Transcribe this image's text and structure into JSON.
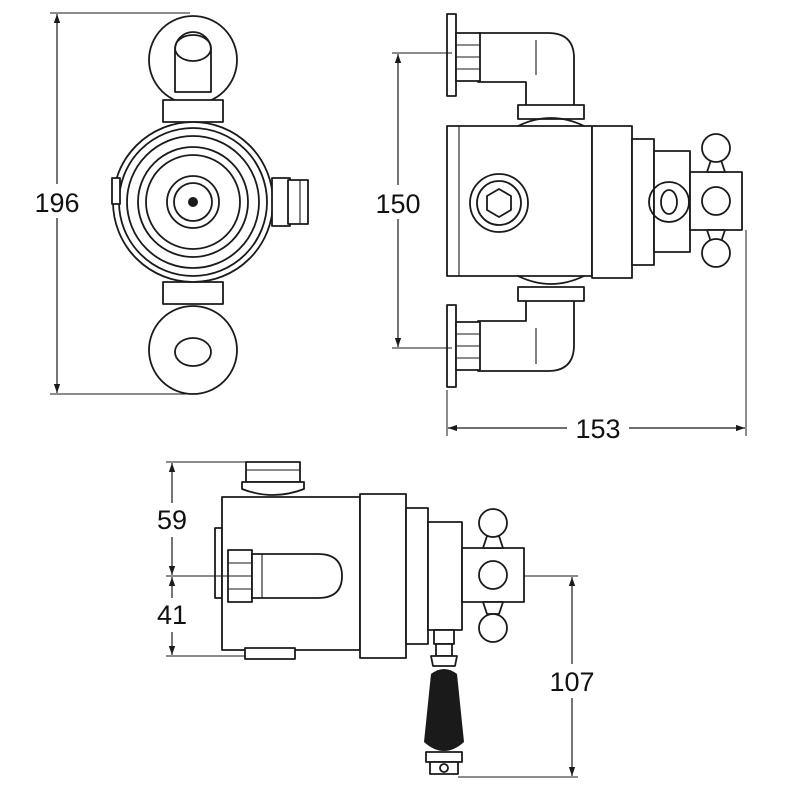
{
  "dimensions": {
    "front_height": "196",
    "side_height": "150",
    "side_width": "153",
    "top_upper": "59",
    "top_lower": "41",
    "top_handle": "107"
  }
}
